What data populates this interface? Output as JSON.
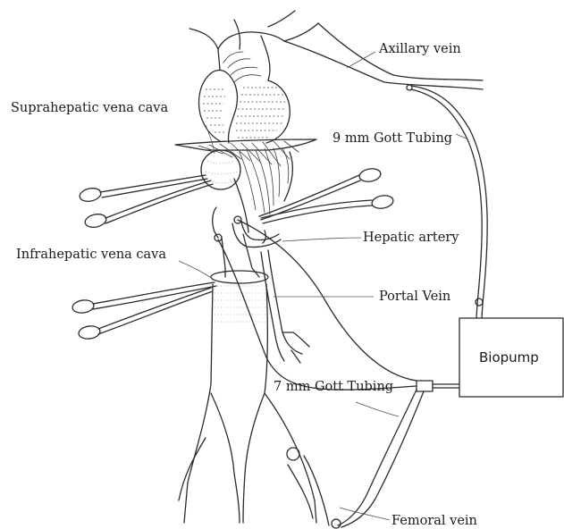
{
  "labels": {
    "axillary_vein": "Axillary vein",
    "suprahepatic_vena_cava": "Suprahepatic vena cava",
    "gott_tubing_9mm": "9 mm Gott Tubing",
    "hepatic_artery": "Hepatic artery",
    "infrahepatic_vena_cava": "Infrahepatic vena cava",
    "portal_vein": "Portal Vein",
    "biopump": "Biopump",
    "gott_tubing_7mm": "7 mm Gott Tubing",
    "femoral_vein": "Femoral vein"
  }
}
